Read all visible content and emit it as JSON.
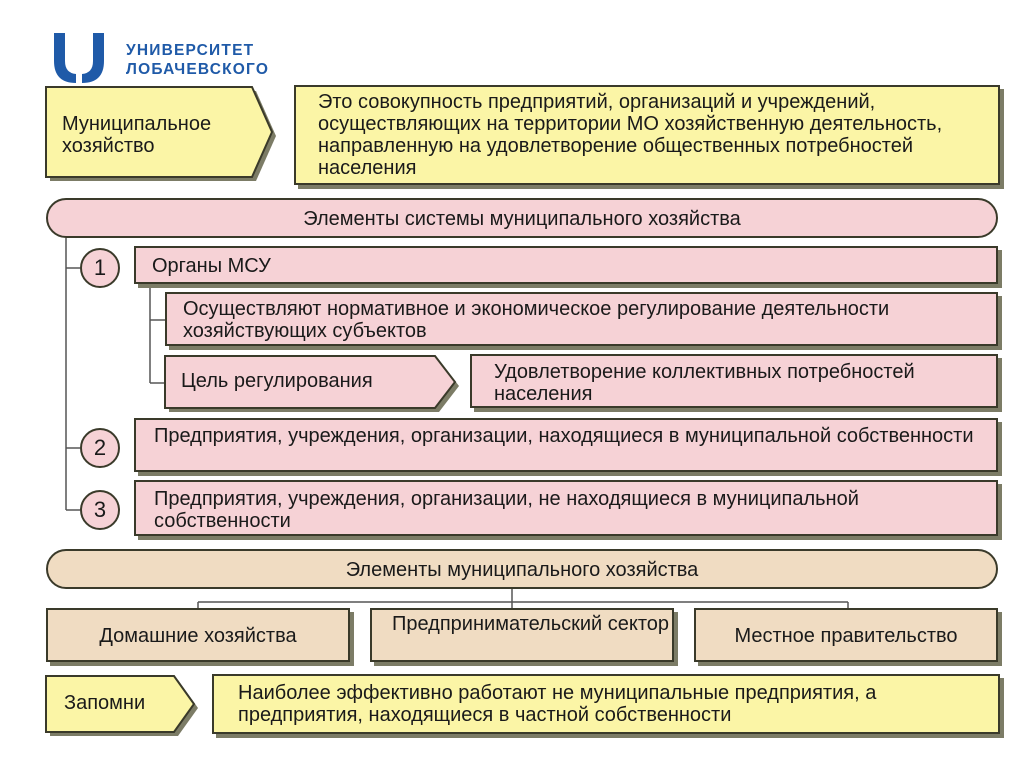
{
  "logo": {
    "icon": "university-logo-icon",
    "line1": "УНИВЕРСИТЕТ",
    "line2": "ЛОБАЧЕВСКОГО"
  },
  "definition": {
    "term": "Муниципальное хозяйство",
    "text": "Это совокупность предприятий, организаций и учреждений, осуществляющих на территории МО хозяйственную деятельность, направленную на удовлетворение общественных потребностей населения"
  },
  "system_elements": {
    "header": "Элементы системы муниципального хозяйства",
    "items": [
      {
        "number": "1",
        "label": "Органы МСУ"
      },
      {
        "number": "2",
        "label": "Предприятия, учреждения, организации, находящиеся в муниципальной собственности"
      },
      {
        "number": "3",
        "label": "Предприятия, учреждения, организации, не находящиеся в муниципальной собственности"
      }
    ],
    "msu_function": "Осуществляют нормативное и экономическое регулирование деятельности хозяйствующих субъектов",
    "goal_label": "Цель регулирования",
    "goal_text": "Удовлетворение коллективных потребностей населения"
  },
  "economy_elements": {
    "header": "Элементы муниципального хозяйства",
    "items": [
      "Домашние хозяйства",
      "Предпринимательский сектор",
      "Местное правительство"
    ]
  },
  "remember": {
    "label": "Запомни",
    "text": "Наиболее эффективно работают не муниципальные предприятия, а предприятия, находящиеся в частной собственности"
  },
  "colors": {
    "yellow": "#fbf5a6",
    "pink": "#f6d2d6",
    "tan": "#f0dcc2",
    "logo_blue": "#1f5aa8"
  }
}
